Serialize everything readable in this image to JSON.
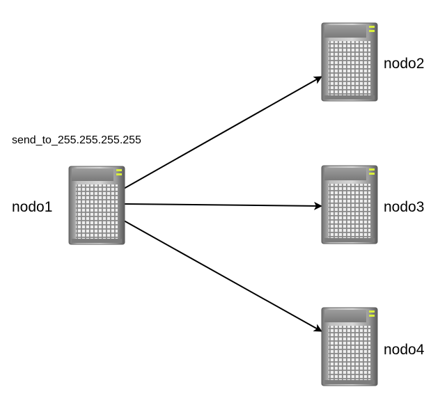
{
  "annotation": "send_to_255.255.255.255",
  "nodes": [
    {
      "id": "nodo1",
      "label": "nodo1",
      "icon": "server-icon"
    },
    {
      "id": "nodo2",
      "label": "nodo2",
      "icon": "server-icon"
    },
    {
      "id": "nodo3",
      "label": "nodo3",
      "icon": "server-icon"
    },
    {
      "id": "nodo4",
      "label": "nodo4",
      "icon": "server-icon"
    }
  ],
  "edges": [
    {
      "from": "nodo1",
      "to": "nodo2"
    },
    {
      "from": "nodo1",
      "to": "nodo3"
    },
    {
      "from": "nodo1",
      "to": "nodo4"
    }
  ]
}
